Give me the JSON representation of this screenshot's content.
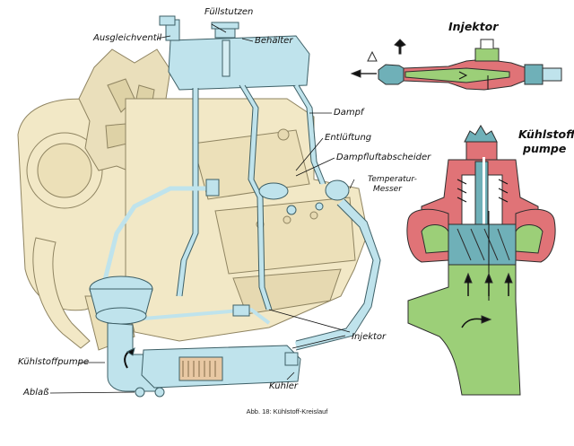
{
  "figure": {
    "caption": "Abb. 18:  Kühlstoff-Kreislauf"
  },
  "labels": {
    "fuellstutzen": "Füllstutzen",
    "ausgleichventil": "Ausgleichventil",
    "behaelter": "Behälter",
    "dampf": "Dampf",
    "entlueftung": "Entlüftung",
    "dampfluftabscheider": "Dampfluftabscheider",
    "temperatur_line1": "Temperatur-",
    "temperatur_line2": "Messer",
    "injektor": "Injektor",
    "kuehlstoffpumpe": "Kühlstoffpumpe",
    "ablass": "Ablaß",
    "kuehler": "Kühler"
  },
  "insets": {
    "injektor_title": "Injektor",
    "pumpe_title_line1": "Kühlstoff-",
    "pumpe_title_line2": "pumpe"
  },
  "colors": {
    "engine": "#f2e8c6",
    "engine_line": "#8f8461",
    "coolant": "#bfe3ec",
    "coolant_line": "#3d5f66",
    "steam": "#9ccf78",
    "housing_red": "#e07377",
    "shaft_teal": "#6fb0b8"
  }
}
